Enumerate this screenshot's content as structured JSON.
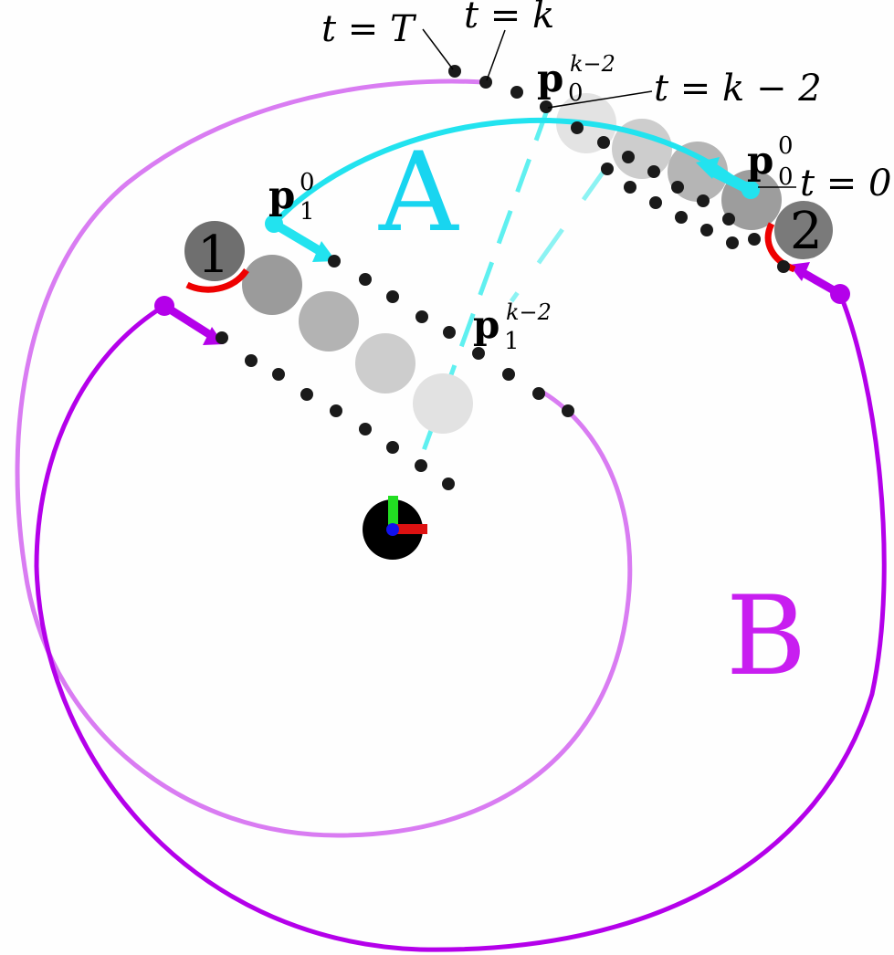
{
  "labels": {
    "region_a": "A",
    "region_b": "B",
    "obstacle_1": "1",
    "obstacle_2": "2",
    "t_T": "t = T",
    "t_k": "t = k",
    "t_k2": "t = k − 2",
    "t_0": "t = 0",
    "p0_k2": {
      "base": "p",
      "sub": "0",
      "sup": "k−2"
    },
    "p1_0": {
      "base": "p",
      "sub": "1",
      "sup": "0"
    },
    "p0_0": {
      "base": "p",
      "sub": "0",
      "sup": "0"
    },
    "p1_k2": {
      "base": "p",
      "sub": "1",
      "sup": "k−2"
    }
  },
  "colors": {
    "path_a": "#22e3ef",
    "path_b_light": "#d97cf2",
    "path_b_dark": "#b400ea",
    "label_a": "#18d5f0",
    "label_b": "#c81ef0",
    "obstacle": "#6f6f6f",
    "contact_arc": "#ee0000",
    "dots": "#1a1a1a",
    "robot": "#000000"
  }
}
